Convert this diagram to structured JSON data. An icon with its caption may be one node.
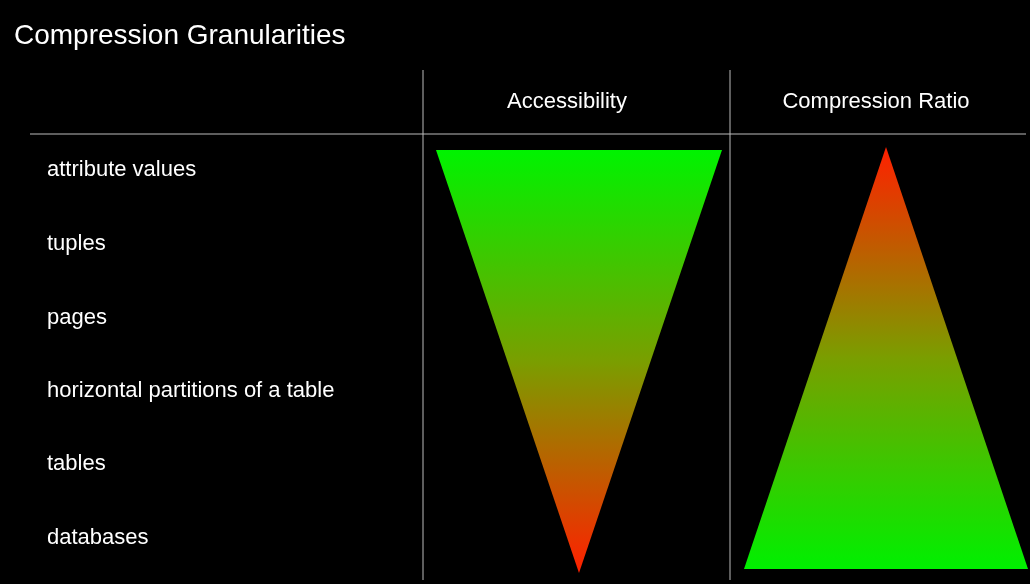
{
  "diagram": {
    "title": "Compression Granularities",
    "nodes": [
      {
        "text": [],
        "shape": "triangle"
      },
      {
        "text": [],
        "shape": "triangle"
      }
    ],
    "labels": [
      "Accessibility",
      "Compression Ratio",
      "attribute values",
      "tuples",
      "pages",
      "horizontal partitions of a table",
      "tables",
      "databases"
    ]
  }
}
